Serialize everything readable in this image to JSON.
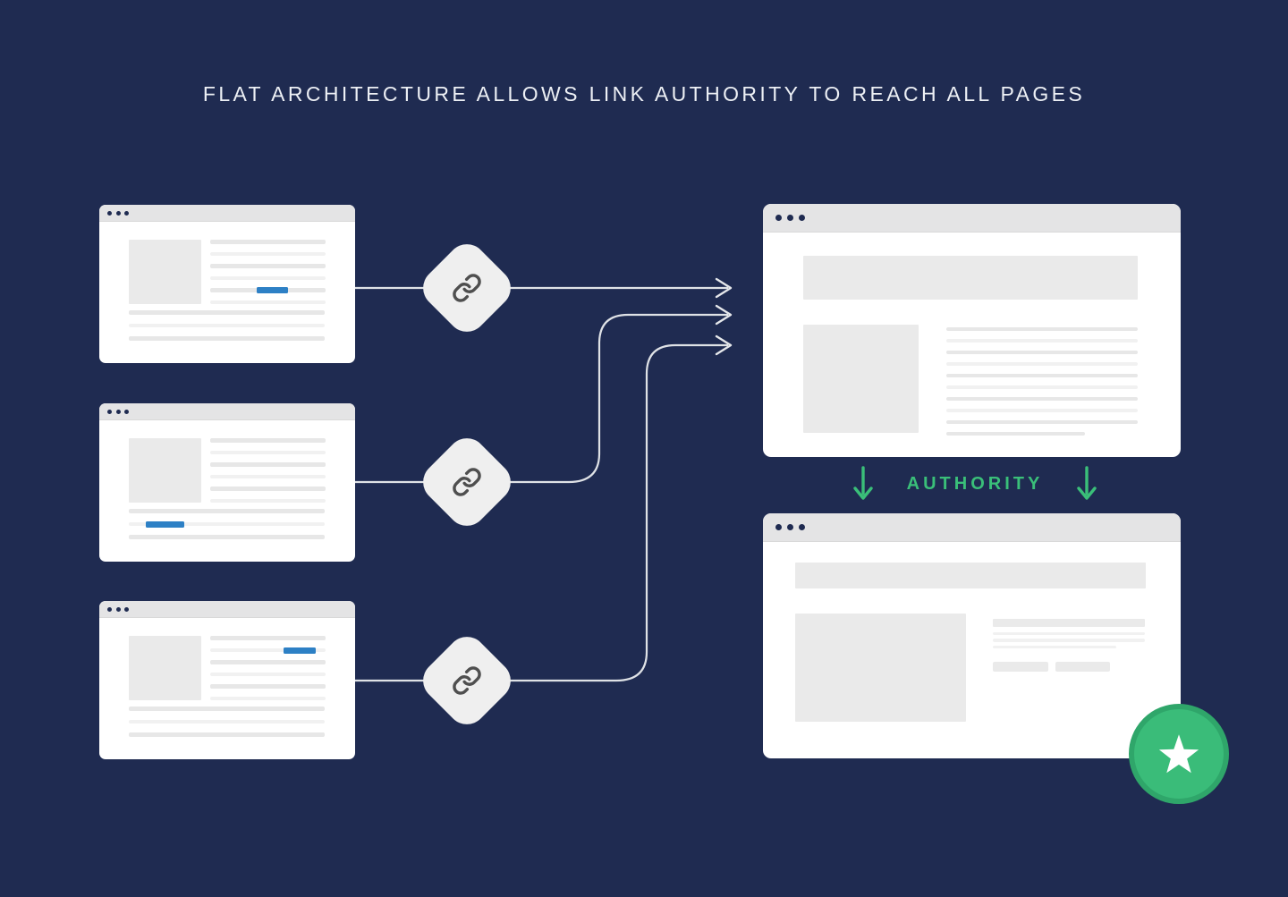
{
  "title": "FLAT ARCHITECTURE ALLOWS LINK AUTHORITY TO REACH ALL PAGES",
  "authority": {
    "label": "AUTHORITY",
    "arrow_icon": "down-arrow-icon"
  },
  "icons": {
    "link": "link-icon",
    "star": "star-icon",
    "down_arrow": "down-arrow-icon",
    "connector_arrowhead": "arrow-right-icon",
    "window_dots": "traffic-dot"
  },
  "colors": {
    "background": "#1f2b51",
    "window": "#ffffff",
    "window_header": "#e4e4e5",
    "placeholder_gray": "#eaeaea",
    "accent_blue": "#2d80c5",
    "accent_green": "#3abf79",
    "connector": "#dfe2e6"
  },
  "diagram": {
    "source_pages": 3,
    "link_nodes": 3,
    "destination_pages": 2
  }
}
